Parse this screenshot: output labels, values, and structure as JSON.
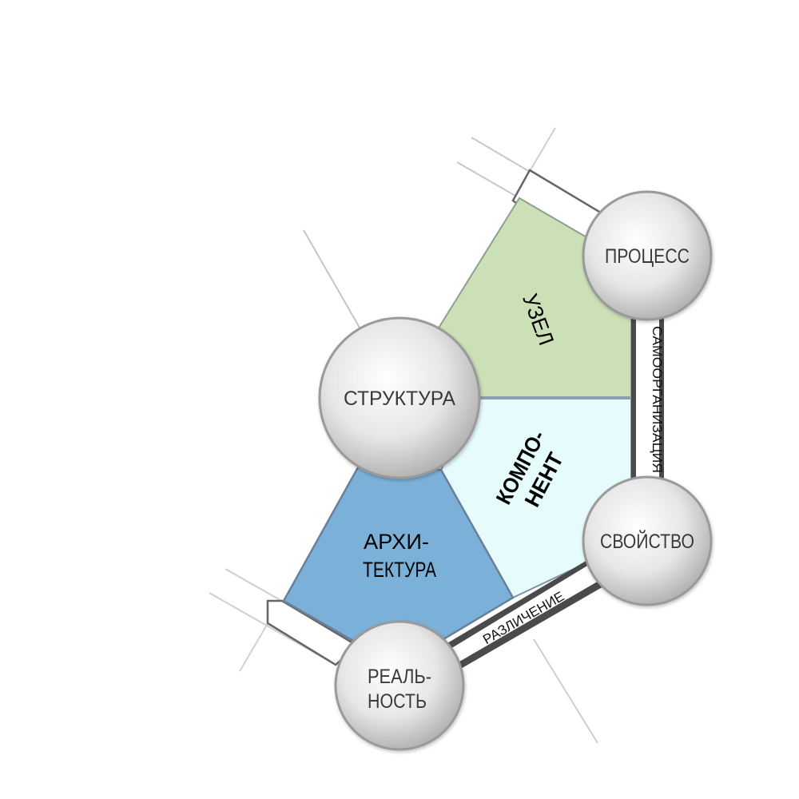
{
  "colors": {
    "uzel": "#cce0b8",
    "komponent": "#e6fbfc",
    "arkhitektura": "#7bb0d8",
    "edge_line": "#444444",
    "node_stroke": "#9a9a9a",
    "ray": "#bbbbbb"
  },
  "nodes": {
    "struktura": "СТРУКТУРА",
    "protsess": "ПРОЦЕСС",
    "svoistvo": "СВОЙСТВО",
    "realnost_line1": "РЕАЛЬ-",
    "realnost_line2": "НОСТЬ"
  },
  "regions": {
    "uzel": "УЗЕЛ",
    "komponent_line1": "КОМПО-",
    "komponent_line2": "НЕНТ",
    "arkhitektura_line1": "АРХИ-",
    "arkhitektura_line2": "ТЕКТУРА"
  },
  "edges": {
    "samoorganizatsiya": "САМООРГАНИЗАЦИЯ",
    "razlichenie": "РАЗЛИЧЕНИЕ"
  }
}
